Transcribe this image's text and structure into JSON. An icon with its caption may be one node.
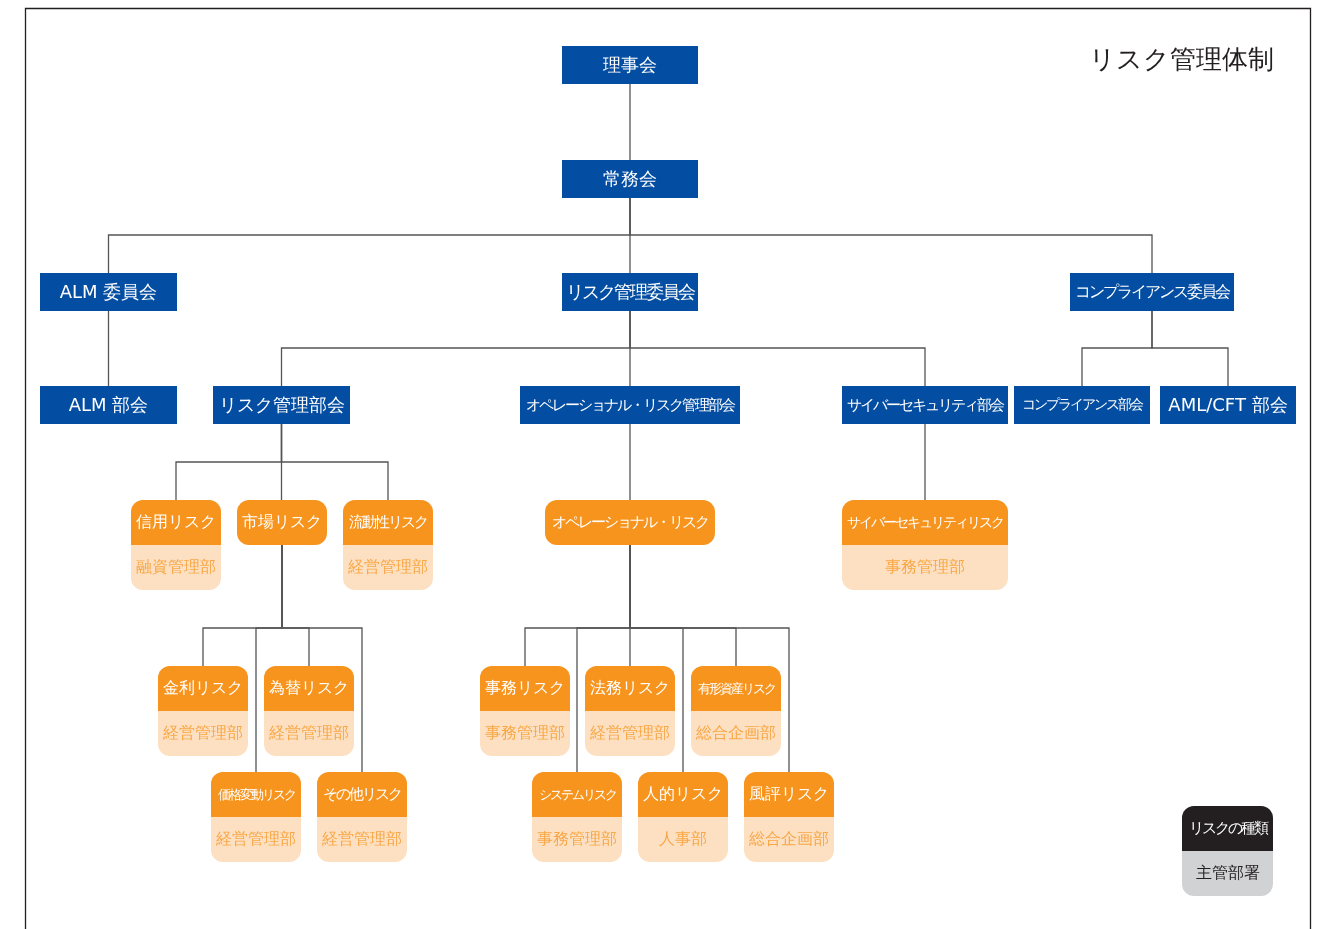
{
  "diagram": {
    "title": "リスク管理体制",
    "nodes": [
      {
        "text": [
          "理事会"
        ]
      },
      {
        "text": [
          "常務会"
        ]
      },
      {
        "text": [
          "ALM 委員会"
        ]
      },
      {
        "text": [
          "リスク管理委員会"
        ]
      },
      {
        "text": [
          "コンプライアンス委員会"
        ]
      },
      {
        "text": [
          "ALM 部会"
        ]
      },
      {
        "text": [
          "リスク管理部会"
        ]
      },
      {
        "text": [
          "オペレーショナル・リスク管理部会"
        ]
      },
      {
        "text": [
          "サイバーセキュリティ部会"
        ]
      },
      {
        "text": [
          "コンプライアンス部会"
        ]
      },
      {
        "text": [
          "AML/CFT 部会"
        ]
      },
      {
        "text": [
          "信用リスク",
          "融資管理部"
        ]
      },
      {
        "text": [
          "市場リスク"
        ]
      },
      {
        "text": [
          "流動性リスク",
          "経営管理部"
        ]
      },
      {
        "text": [
          "オペレーショナル・リスク"
        ]
      },
      {
        "text": [
          "サイバーセキュリティリスク",
          "事務管理部"
        ]
      },
      {
        "text": [
          "金利リスク",
          "経営管理部"
        ]
      },
      {
        "text": [
          "為替リスク",
          "経営管理部"
        ]
      },
      {
        "text": [
          "事務リスク",
          "事務管理部"
        ]
      },
      {
        "text": [
          "法務リスク",
          "経営管理部"
        ]
      },
      {
        "text": [
          "有形資産リスク",
          "総合企画部"
        ]
      },
      {
        "text": [
          "価格変動リスク",
          "経営管理部"
        ]
      },
      {
        "text": [
          "その他リスク",
          "経営管理部"
        ]
      },
      {
        "text": [
          "システムリスク",
          "事務管理部"
        ]
      },
      {
        "text": [
          "人的リスク",
          "人事部"
        ]
      },
      {
        "text": [
          "風評リスク",
          "総合企画部"
        ]
      },
      {
        "text": [
          "リスクの種類",
          "主管部署"
        ]
      }
    ],
    "edges": [
      {
        "from": 0,
        "to": 1,
        "arrow": "none"
      },
      {
        "from": 1,
        "to": 2,
        "arrow": "none"
      },
      {
        "from": 1,
        "to": 3,
        "arrow": "none"
      },
      {
        "from": 1,
        "to": 4,
        "arrow": "none"
      },
      {
        "from": 2,
        "to": 5,
        "arrow": "none"
      },
      {
        "from": 3,
        "to": 6,
        "arrow": "none"
      },
      {
        "from": 3,
        "to": 7,
        "arrow": "none"
      },
      {
        "from": 3,
        "to": 8,
        "arrow": "none"
      },
      {
        "from": 4,
        "to": 9,
        "arrow": "none"
      },
      {
        "from": 4,
        "to": 10,
        "arrow": "none"
      },
      {
        "from": 6,
        "to": 11,
        "arrow": "none"
      },
      {
        "from": 6,
        "to": 12,
        "arrow": "none"
      },
      {
        "from": 6,
        "to": 13,
        "arrow": "none"
      },
      {
        "from": 7,
        "to": 14,
        "arrow": "none"
      },
      {
        "from": 8,
        "to": 15,
        "arrow": "none"
      },
      {
        "from": 12,
        "to": 16,
        "arrow": "none"
      },
      {
        "from": 12,
        "to": 21,
        "arrow": "none"
      },
      {
        "from": 12,
        "to": 17,
        "arrow": "none"
      },
      {
        "from": 12,
        "to": 22,
        "arrow": "none"
      },
      {
        "from": 14,
        "to": 18,
        "arrow": "none"
      },
      {
        "from": 14,
        "to": 23,
        "arrow": "none"
      },
      {
        "from": 14,
        "to": 19,
        "arrow": "none"
      },
      {
        "from": 14,
        "to": 24,
        "arrow": "none"
      },
      {
        "from": 14,
        "to": 20,
        "arrow": "none"
      },
      {
        "from": 14,
        "to": 25,
        "arrow": "none"
      }
    ]
  }
}
